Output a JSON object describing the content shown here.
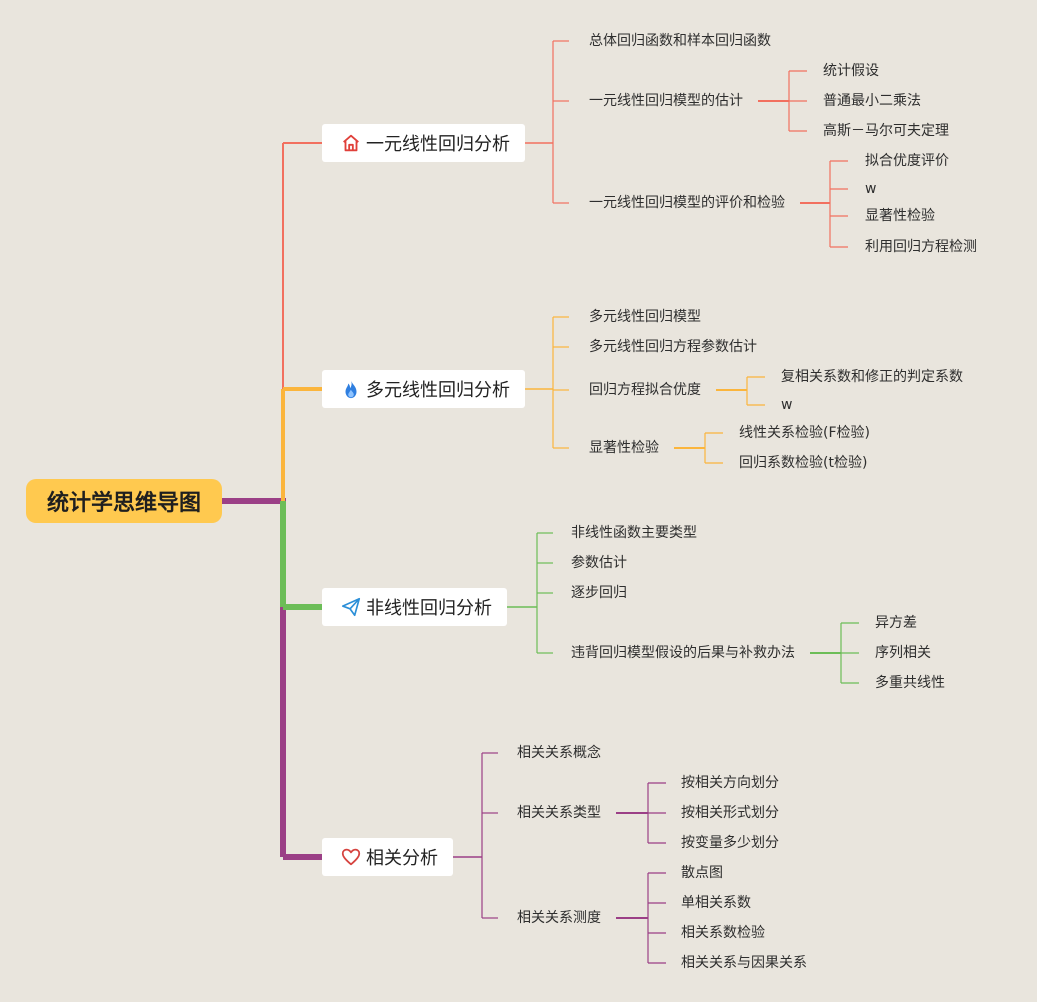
{
  "root": {
    "title": "统计学思维导图",
    "color": "#ffc94f"
  },
  "branches": [
    {
      "id": "b1",
      "title": "一元线性回归分析",
      "icon": "home-icon",
      "color": "#f2705f",
      "children": [
        {
          "label": "总体回归函数和样本回归函数"
        },
        {
          "label": "一元线性回归模型的估计",
          "children": [
            "统计假设",
            "普通最小二乘法",
            "高斯－马尔可夫定理"
          ]
        },
        {
          "label": "一元线性回归模型的评价和检验",
          "children": [
            "拟合优度评价",
            "w",
            "显著性检验",
            "利用回归方程检测"
          ]
        }
      ]
    },
    {
      "id": "b2",
      "title": "多元线性回归分析",
      "icon": "fire-icon",
      "color": "#fbb53c",
      "children": [
        {
          "label": "多元线性回归模型"
        },
        {
          "label": "多元线性回归方程参数估计"
        },
        {
          "label": "回归方程拟合优度",
          "children": [
            "复相关系数和修正的判定系数",
            "w"
          ]
        },
        {
          "label": "显著性检验",
          "children": [
            "线性关系检验(F检验)",
            "回归系数检验(t检验)"
          ]
        }
      ]
    },
    {
      "id": "b3",
      "title": "非线性回归分析",
      "icon": "paper-plane-icon",
      "color": "#6cbd57",
      "children": [
        {
          "label": "非线性函数主要类型"
        },
        {
          "label": "参数估计"
        },
        {
          "label": "逐步回归"
        },
        {
          "label": "违背回归模型假设的后果与补救办法",
          "children": [
            "异方差",
            "序列相关",
            "多重共线性"
          ]
        }
      ]
    },
    {
      "id": "b4",
      "title": "相关分析",
      "icon": "heart-icon",
      "color": "#9b3f86",
      "children": [
        {
          "label": "相关关系概念"
        },
        {
          "label": "相关关系类型",
          "children": [
            "按相关方向划分",
            "按相关形式划分",
            "按变量多少划分"
          ]
        },
        {
          "label": "相关关系测度",
          "children": [
            "散点图",
            "单相关系数",
            "相关系数检验",
            "相关关系与因果关系"
          ]
        }
      ]
    }
  ]
}
